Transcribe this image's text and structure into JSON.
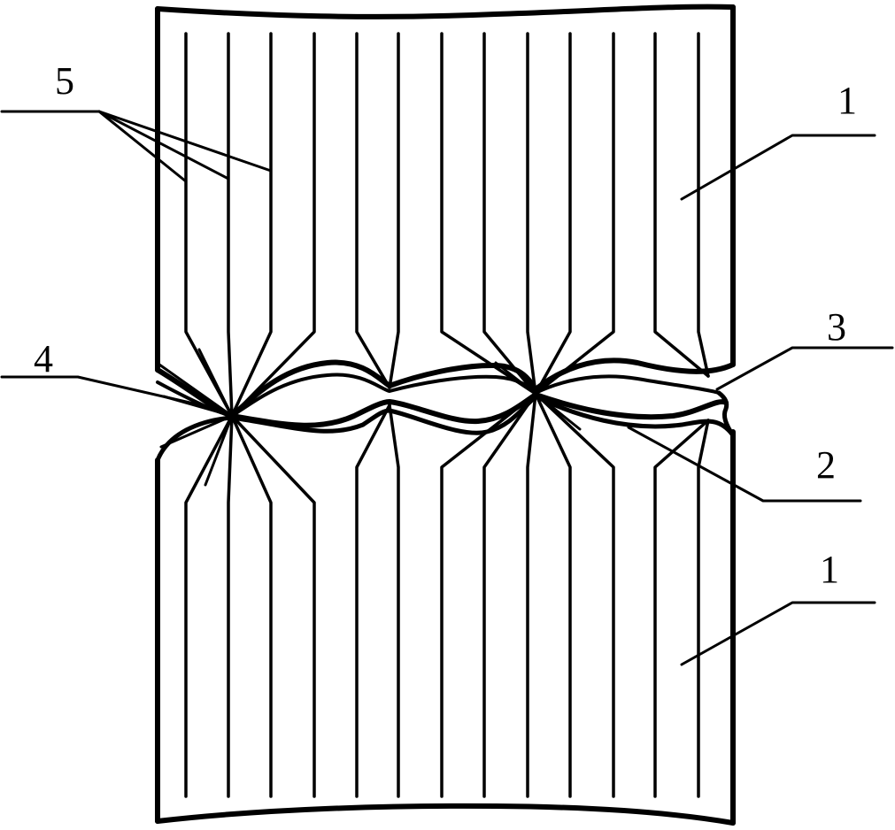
{
  "diagram": {
    "labels": {
      "n5": "5",
      "n1_top": "1",
      "n3": "3",
      "n4": "4",
      "n2": "2",
      "n1_bottom": "1"
    },
    "stroke_color": "#000000",
    "background_color": "#ffffff"
  }
}
